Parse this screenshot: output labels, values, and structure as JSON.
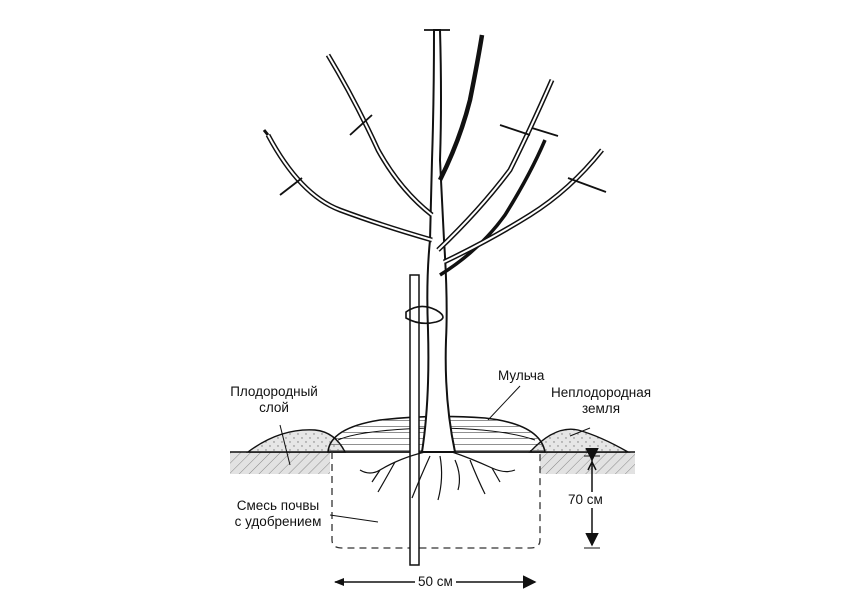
{
  "labels": {
    "fertile_layer_line1": "Плодородный",
    "fertile_layer_line2": "слой",
    "mulch": "Мульча",
    "infertile_soil_line1": "Неплодородная",
    "infertile_soil_line2": "земля",
    "soil_mix_line1": "Смесь почвы",
    "soil_mix_line2": "с удобрением",
    "depth": "70 см",
    "width": "50 см"
  }
}
